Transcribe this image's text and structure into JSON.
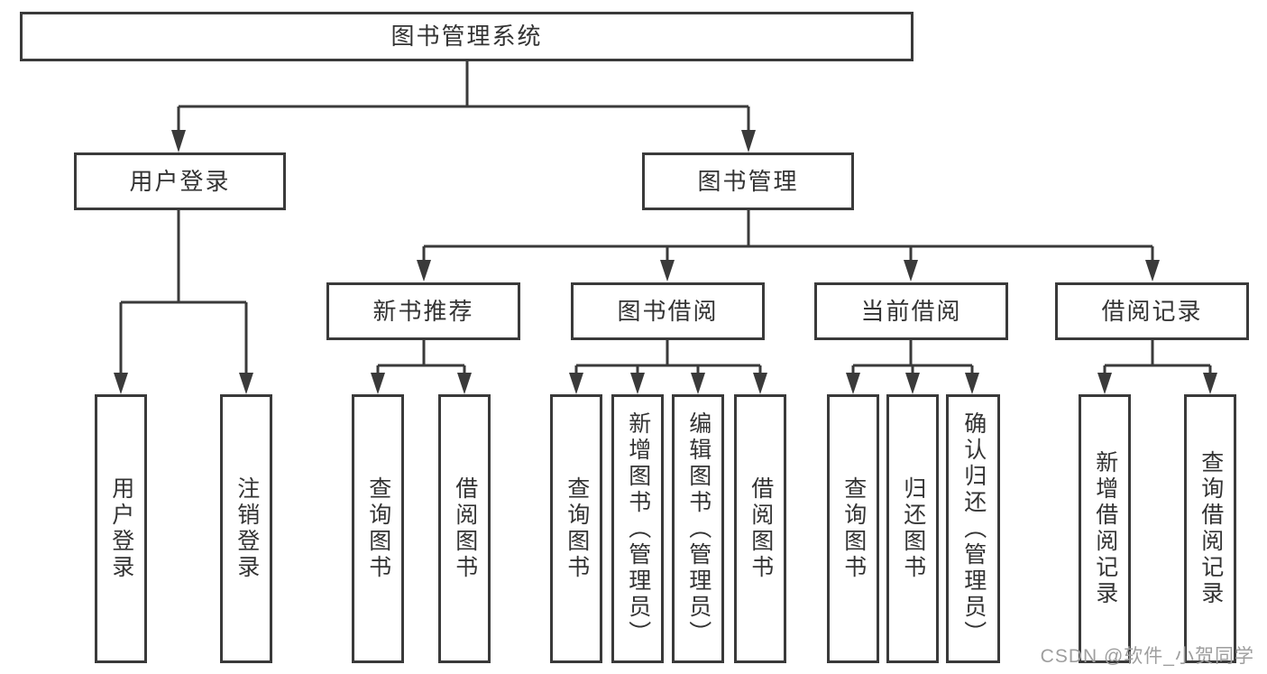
{
  "nodes": {
    "root": "图书管理系统",
    "user_login": "用户登录",
    "book_management": "图书管理",
    "new_book_recommend": "新书推荐",
    "book_borrow": "图书借阅",
    "current_borrow": "当前借阅",
    "borrow_record": "借阅记录",
    "leaf_user_login": "用户登录",
    "leaf_logout": "注销登录",
    "leaf_query_book_recommend": "查询图书",
    "leaf_borrow_book_recommend": "借阅图书",
    "leaf_query_book_borrow": "查询图书",
    "leaf_add_book": "新增图书（管理员）",
    "leaf_edit_book": "编辑图书（管理员）",
    "leaf_borrow_book_borrow": "借阅图书",
    "leaf_query_book_current": "查询图书",
    "leaf_return_book": "归还图书",
    "leaf_confirm_return": "确认归还（管理员）",
    "leaf_add_borrow_record": "新增借阅记录",
    "leaf_query_borrow_record": "查询借阅记录"
  },
  "watermark": {
    "text": "CSDN @软件_小贺同学"
  },
  "colors": {
    "line": "#3a3a3a",
    "text": "#333333",
    "watermark_gray": "#9e9e9e",
    "background": "#ffffff"
  }
}
